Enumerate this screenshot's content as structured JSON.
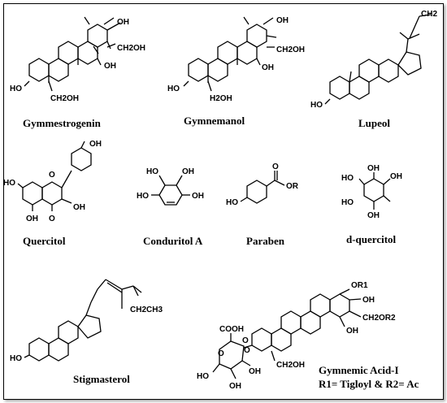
{
  "compounds": {
    "gymnestrogenin": {
      "name": "Gymmestrogenin",
      "atoms": [
        "OH",
        "CH2OH",
        "OH",
        "HO",
        "CH2OH"
      ]
    },
    "gymnemanol": {
      "name": "Gymnemanol",
      "atoms": [
        "OH",
        "CH2OH",
        "OH",
        "HO",
        "H2OH"
      ]
    },
    "lupeol": {
      "name": "Lupeol",
      "atoms": [
        "CH2",
        "HO"
      ]
    },
    "quercitol": {
      "name": "Quercitol",
      "atoms": [
        "OH",
        "O",
        "OH",
        "HO",
        "OH",
        "O"
      ]
    },
    "conduritol": {
      "name": "Conduritol A",
      "atoms": [
        "HO",
        "OH",
        "HO",
        "OH"
      ]
    },
    "paraben": {
      "name": "Paraben",
      "atoms": [
        "O",
        "OR",
        "HO"
      ]
    },
    "dquercitol": {
      "name": "d-quercitol",
      "atoms": [
        "HO",
        "OH",
        "OH",
        "HO",
        "OH"
      ]
    },
    "stigmasterol": {
      "name": "Stigmasterol",
      "atoms": [
        "CH2CH3",
        "HO"
      ]
    },
    "gymnemic": {
      "name": "Gymnemic Acid-I",
      "substituents": "R1= Tigloyl & R2= Ac",
      "atoms": [
        "OR1",
        "OH",
        "CH2OR2",
        "OH",
        "COOH",
        "O",
        "O",
        "O",
        "HO",
        "OH",
        "OH",
        "CH2OH"
      ]
    }
  }
}
